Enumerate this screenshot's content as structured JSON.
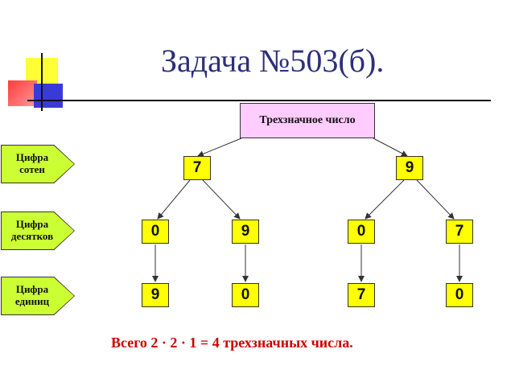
{
  "title": "Задача №503(б).",
  "root": {
    "label": "Трехзначное число"
  },
  "level_labels": {
    "hundreds": "Цифра сотен",
    "tens": "Цифра десятков",
    "units": "Цифра единиц"
  },
  "level_labels_lines": {
    "hundreds": [
      "Цифра",
      "сотен"
    ],
    "tens": [
      "Цифра",
      "десятков"
    ],
    "units": [
      "Цифра",
      "единиц"
    ]
  },
  "tree": {
    "hundreds": [
      "7",
      "9"
    ],
    "tens": [
      "0",
      "9",
      "0",
      "7"
    ],
    "units": [
      "9",
      "0",
      "7",
      "0"
    ]
  },
  "summary": "Всего 2 · 2 · 1 = 4 трехзначных числа.",
  "colors": {
    "node_fill": "#ffff00",
    "root_fill": "#ffccff",
    "label_fill": "#ccff33",
    "title": "#2d2f7a",
    "summary": "#cc0000"
  }
}
